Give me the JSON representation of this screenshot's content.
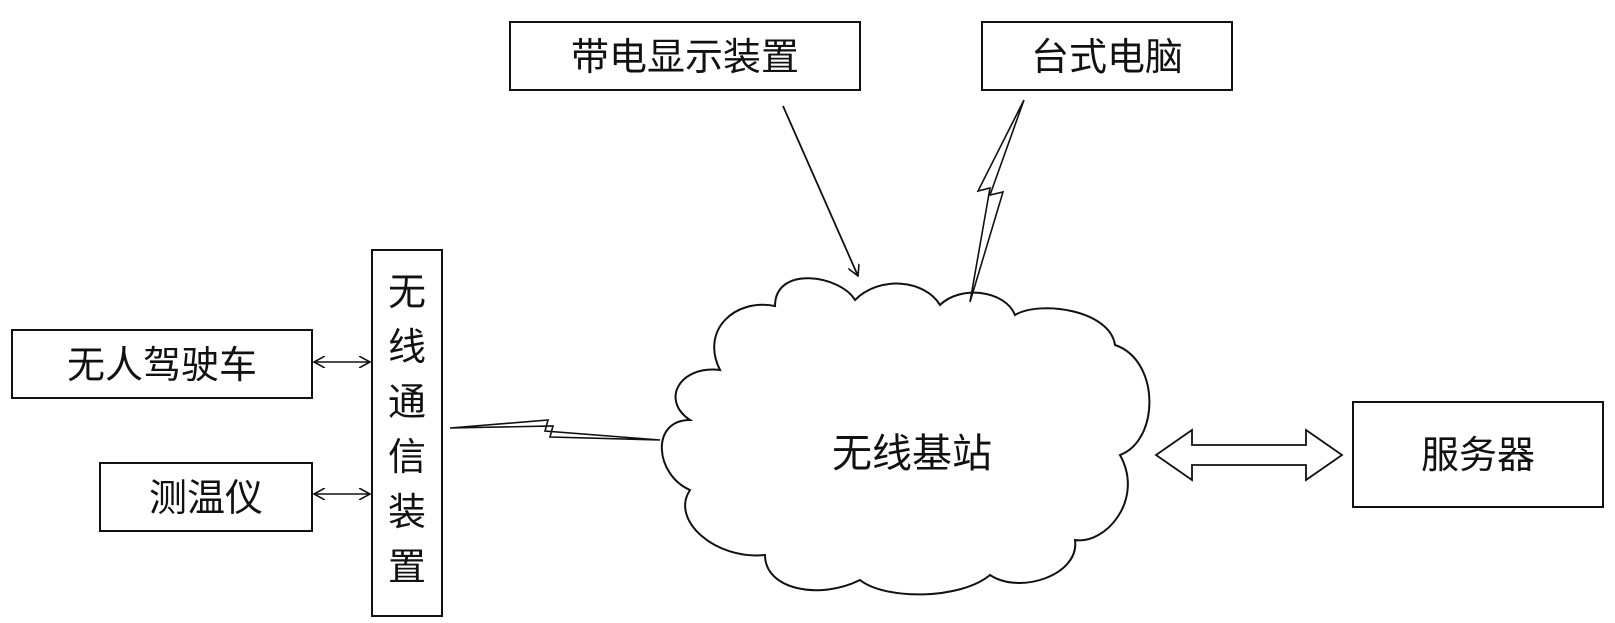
{
  "diagram": {
    "nodes": {
      "live_display": {
        "label": "带电显示装置"
      },
      "desktop": {
        "label": "台式电脑"
      },
      "driverless_car": {
        "label": "无人驾驶车"
      },
      "thermometer": {
        "label": "测温仪"
      },
      "wireless_comm": {
        "label_chars": [
          "无",
          "线",
          "通",
          "信",
          "装",
          "置"
        ]
      },
      "base_station": {
        "label": "无线基站"
      },
      "server": {
        "label": "服务器"
      }
    }
  }
}
